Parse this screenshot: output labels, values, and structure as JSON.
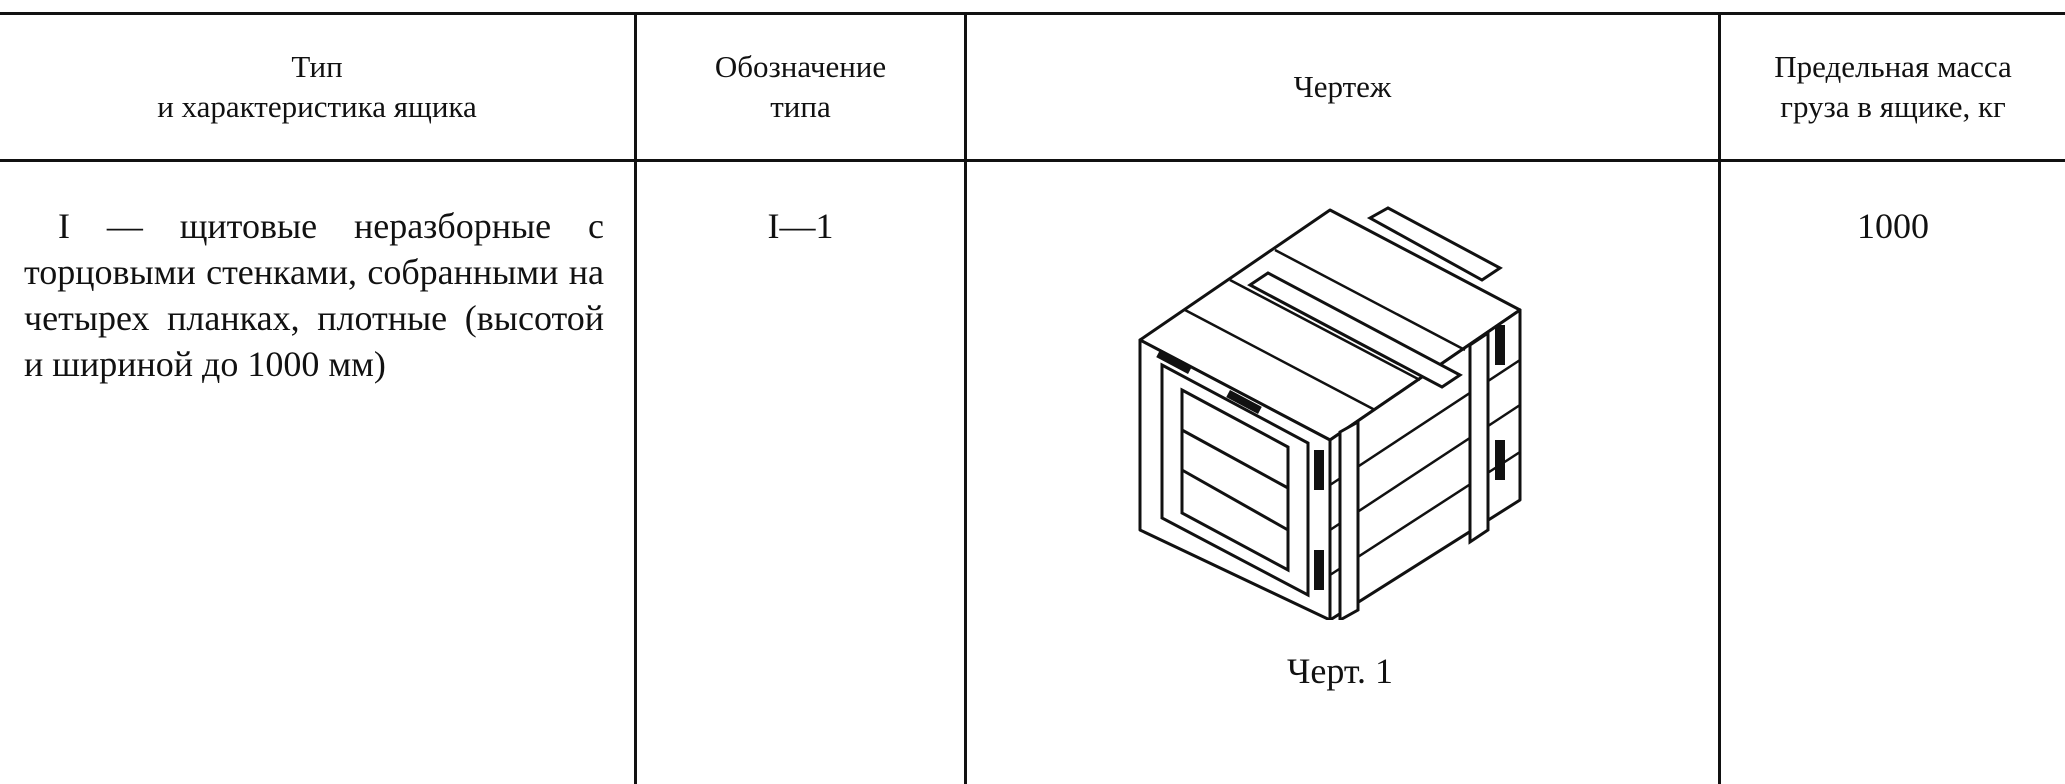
{
  "table": {
    "headers": {
      "type": "Тип\nи характеристика ящика",
      "designation": "Обозначение\nтипа",
      "drawing": "Чертеж",
      "max_mass": "Предельная масса\nгруза в ящике, кг"
    },
    "rows": [
      {
        "type_description": "I — щитовые неразборные с торцовыми стенками, собранными на четырех планках, плотные (высотой и шириной до 1000 мм)",
        "designation": "I—1",
        "drawing_caption": "Черт. 1",
        "max_mass": "1000"
      }
    ]
  },
  "drawing_icon": "wooden-crate-isometric"
}
